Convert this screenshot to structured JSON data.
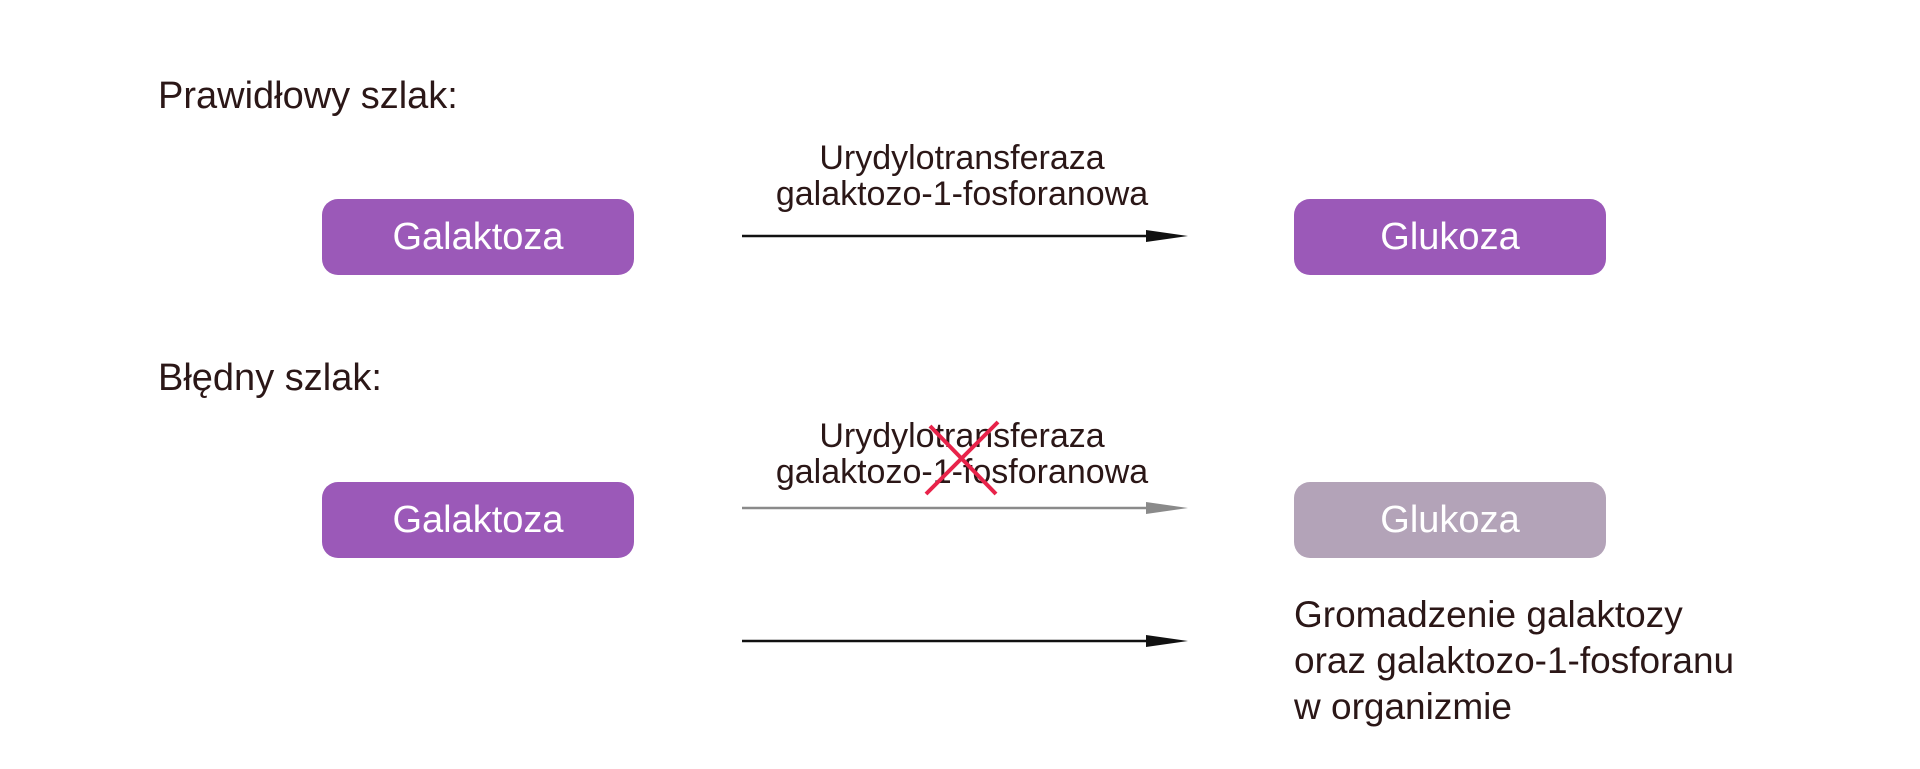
{
  "correct_pathway": {
    "title": "Prawidłowy szlak:",
    "source": "Galaktoza",
    "enzyme_line1": "Urydylotransferaza",
    "enzyme_line2": "galaktozo-1-fosforanowa",
    "target": "Glukoza"
  },
  "faulty_pathway": {
    "title": "Błędny szlak:",
    "source": "Galaktoza",
    "enzyme_line1": "Urydylotransferaza",
    "enzyme_line2": "galaktozo-1-fosforanowa",
    "enzyme_status": "blocked",
    "target": "Glukoza",
    "result_line1": "Gromadzenie galaktozy",
    "result_line2": "oraz galaktozo-1-fosforanu",
    "result_line3": "w organizmie"
  },
  "colors": {
    "node_active": "#9b59b8",
    "node_inactive": "#b3a3b8",
    "arrow_active": "#111111",
    "arrow_inactive": "#8a8a8a",
    "cross": "#e8234a",
    "text": "#2b1717"
  }
}
